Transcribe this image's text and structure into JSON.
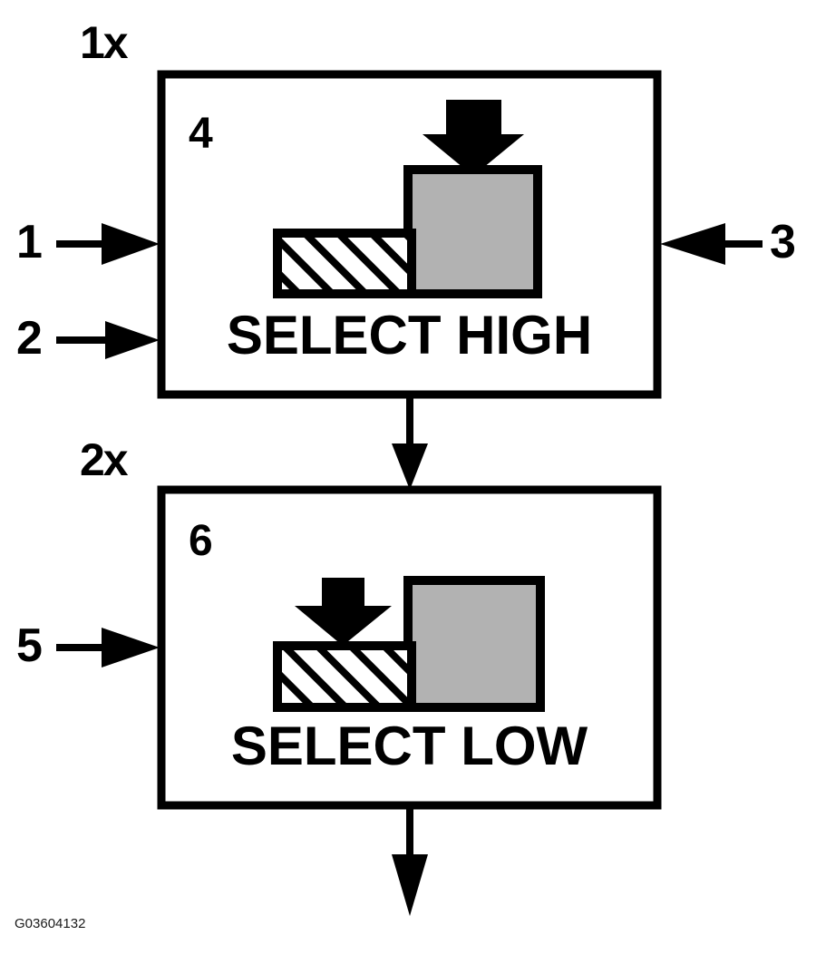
{
  "figure": {
    "id_label": "G03604132",
    "background_color": "#FFFFFF",
    "line_color": "#000000",
    "block_fill_gray": "#B2B2B2"
  },
  "multiplier_labels": [
    {
      "name": "1x",
      "text": "1x"
    },
    {
      "name": "2x",
      "text": "2x"
    }
  ],
  "callouts": [
    {
      "number": "1",
      "direction": "right",
      "target": "step-1-box-left"
    },
    {
      "number": "2",
      "direction": "right",
      "target": "step-1-box-left"
    },
    {
      "number": "3",
      "direction": "left",
      "target": "step-1-box-right"
    },
    {
      "number": "5",
      "direction": "right",
      "target": "step-2-box-left"
    }
  ],
  "steps": [
    {
      "index": "4",
      "caption": "SELECT HIGH",
      "multiplier": "1x",
      "arrow_position": "over-solid-block",
      "blocks": [
        {
          "name": "hatched-block",
          "fill": "hatched",
          "height": "short"
        },
        {
          "name": "solid-block",
          "fill": "#B2B2B2",
          "height": "tall"
        }
      ]
    },
    {
      "index": "6",
      "caption": "SELECT LOW",
      "multiplier": "2x",
      "arrow_position": "over-hatched-block",
      "blocks": [
        {
          "name": "hatched-block",
          "fill": "hatched",
          "height": "short"
        },
        {
          "name": "solid-block",
          "fill": "#B2B2B2",
          "height": "tall"
        }
      ]
    }
  ],
  "flow_arrows": [
    {
      "name": "step1-to-step2",
      "direction": "down"
    },
    {
      "name": "step2-to-next",
      "direction": "down"
    }
  ]
}
